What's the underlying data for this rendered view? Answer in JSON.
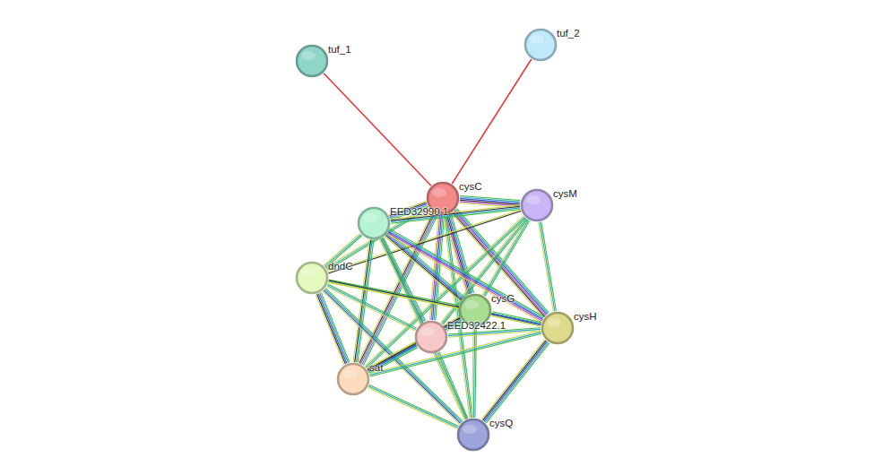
{
  "diagram": {
    "nodes": [
      {
        "text": [
          "tuf_1"
        ]
      },
      {
        "text": [
          "tuf_2"
        ]
      },
      {
        "text": [
          "cysC"
        ]
      },
      {
        "text": [
          "cysM"
        ]
      },
      {
        "text": [
          "EED32990.1"
        ]
      },
      {
        "text": [
          "dndC"
        ]
      },
      {
        "text": [
          "cysG"
        ]
      },
      {
        "text": [
          "EED32422.1"
        ]
      },
      {
        "text": [
          "cysH"
        ]
      },
      {
        "text": [
          "sat"
        ]
      },
      {
        "text": [
          "cysQ"
        ]
      }
    ],
    "edges": [
      {
        "from": 0,
        "to": 2,
        "arrow": "none"
      },
      {
        "from": 1,
        "to": 2,
        "arrow": "none"
      },
      {
        "from": 2,
        "to": 3,
        "arrow": "none"
      },
      {
        "from": 2,
        "to": 4,
        "arrow": "none"
      },
      {
        "from": 2,
        "to": 5,
        "arrow": "none"
      },
      {
        "from": 2,
        "to": 6,
        "arrow": "none"
      },
      {
        "from": 2,
        "to": 7,
        "arrow": "none"
      },
      {
        "from": 2,
        "to": 8,
        "arrow": "none"
      },
      {
        "from": 2,
        "to": 9,
        "arrow": "none"
      },
      {
        "from": 2,
        "to": 10,
        "arrow": "none"
      },
      {
        "from": 3,
        "to": 4,
        "arrow": "none"
      },
      {
        "from": 3,
        "to": 5,
        "arrow": "none"
      },
      {
        "from": 3,
        "to": 6,
        "arrow": "none"
      },
      {
        "from": 3,
        "to": 7,
        "arrow": "none"
      },
      {
        "from": 3,
        "to": 8,
        "arrow": "none"
      },
      {
        "from": 3,
        "to": 9,
        "arrow": "none"
      },
      {
        "from": 4,
        "to": 5,
        "arrow": "none"
      },
      {
        "from": 4,
        "to": 6,
        "arrow": "none"
      },
      {
        "from": 4,
        "to": 7,
        "arrow": "none"
      },
      {
        "from": 4,
        "to": 8,
        "arrow": "none"
      },
      {
        "from": 4,
        "to": 9,
        "arrow": "none"
      },
      {
        "from": 4,
        "to": 10,
        "arrow": "none"
      },
      {
        "from": 5,
        "to": 6,
        "arrow": "none"
      },
      {
        "from": 5,
        "to": 7,
        "arrow": "none"
      },
      {
        "from": 5,
        "to": 8,
        "arrow": "none"
      },
      {
        "from": 5,
        "to": 9,
        "arrow": "none"
      },
      {
        "from": 5,
        "to": 10,
        "arrow": "none"
      },
      {
        "from": 6,
        "to": 7,
        "arrow": "none"
      },
      {
        "from": 6,
        "to": 8,
        "arrow": "none"
      },
      {
        "from": 6,
        "to": 9,
        "arrow": "none"
      },
      {
        "from": 6,
        "to": 10,
        "arrow": "none"
      },
      {
        "from": 7,
        "to": 8,
        "arrow": "none"
      },
      {
        "from": 7,
        "to": 9,
        "arrow": "none"
      },
      {
        "from": 7,
        "to": 10,
        "arrow": "none"
      },
      {
        "from": 8,
        "to": 9,
        "arrow": "none"
      },
      {
        "from": 8,
        "to": 10,
        "arrow": "none"
      },
      {
        "from": 9,
        "to": 10,
        "arrow": "none"
      }
    ]
  }
}
